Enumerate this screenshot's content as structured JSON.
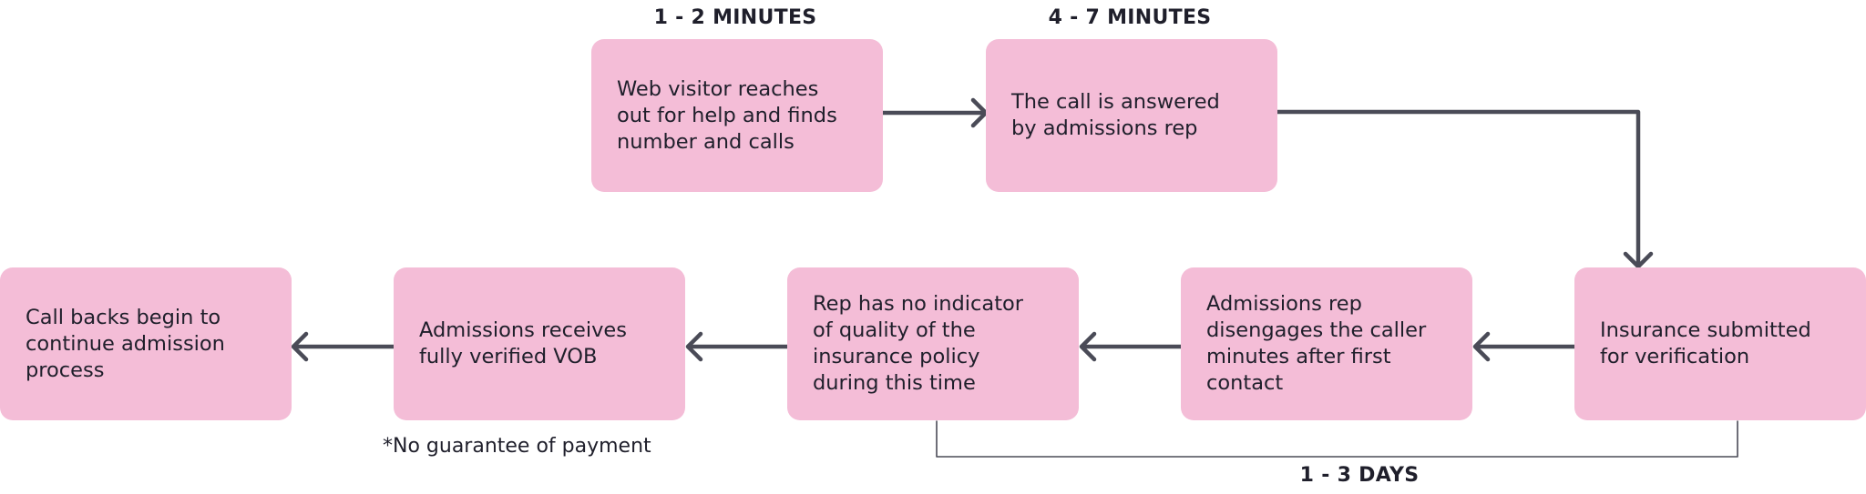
{
  "boxes": {
    "web_visitor": "Web visitor reaches\nout for help and finds\nnumber and calls",
    "call_answered": "The call is answered\nby admissions rep",
    "insurance_submitted": "Insurance submitted\nfor verification",
    "rep_disengages": "Admissions rep\ndisengages the caller\nminutes after first\ncontact",
    "no_indicator": "Rep has no indicator\nof quality of the\ninsurance policy\nduring this time",
    "receives_vob": "Admissions receives\nfully verified VOB",
    "call_backs": "Call backs begin to\ncontinue admission\nprocess"
  },
  "labels": {
    "time_1": "1 - 2 MINUTES",
    "time_2": "4 - 7 MINUTES",
    "time_3": "1 - 3 DAYS",
    "note": "*No guarantee of payment"
  },
  "colors": {
    "box_fill": "#f4bdd7",
    "connector": "#4a4b57"
  }
}
